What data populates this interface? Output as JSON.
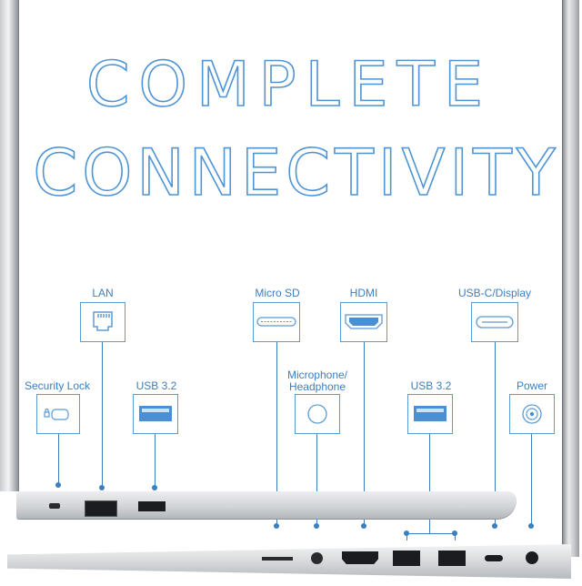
{
  "headline": {
    "line1": "COMPLETE",
    "line2": "CONNECTIVITY"
  },
  "ports": {
    "lan": "LAN",
    "security_lock": "Security Lock",
    "usb_left": "USB 3.2",
    "micro_sd": "Micro SD",
    "hdmi": "HDMI",
    "usb_c": "USB-C/Display",
    "mic_line1": "Microphone/",
    "mic_line2": "Headphone",
    "usb_right": "USB 3.2",
    "power": "Power"
  },
  "colors": {
    "accent": "#3b7fc1",
    "outline": "#5b9bd5"
  },
  "icons": [
    "ethernet-icon",
    "lock-icon",
    "usb-a-icon",
    "sd-card-icon",
    "hdmi-icon",
    "usb-c-icon",
    "headphone-jack-icon",
    "power-icon"
  ]
}
